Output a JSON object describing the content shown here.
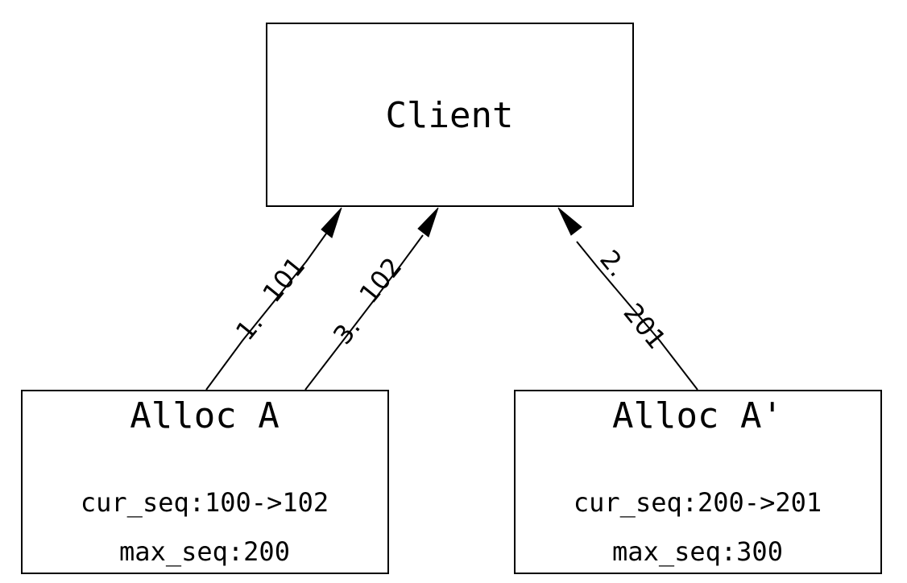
{
  "nodes": {
    "client": {
      "title": "Client"
    },
    "alloc_a": {
      "title": "Alloc A",
      "cur_seq": "cur_seq:100->102",
      "max_seq": "max_seq:200"
    },
    "alloc_a_prime": {
      "title": "Alloc A'",
      "cur_seq": "cur_seq:200->201",
      "max_seq": "max_seq:300"
    }
  },
  "edges": [
    {
      "step": "1.",
      "value": "101"
    },
    {
      "step": "2.",
      "value": "201"
    },
    {
      "step": "3.",
      "value": "102"
    }
  ]
}
